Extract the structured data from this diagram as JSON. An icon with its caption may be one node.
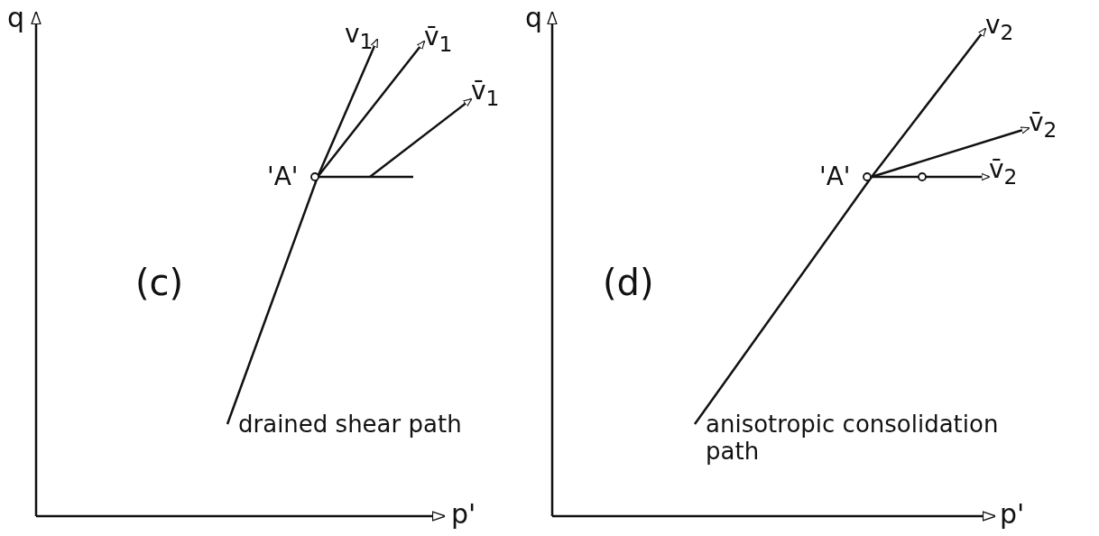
{
  "diagram": {
    "nodes": [
      {
        "text": [
          "'A'"
        ]
      },
      {
        "text": [
          "v$_{1}$"
        ]
      },
      {
        "text": [
          "v̄$_{1}$"
        ]
      },
      {
        "text": [
          "v̄$_{1}$"
        ]
      },
      {
        "text": [
          "drained shear path"
        ]
      },
      {
        "text": [
          "'A'"
        ]
      },
      {
        "text": [
          "v$_{2}$"
        ]
      },
      {
        "text": [
          "v̄$_{2}$"
        ]
      },
      {
        "text": [
          "v̄$_{2}$"
        ]
      },
      {
        "text": [
          "anisotropic consolidation path"
        ]
      }
    ],
    "edges": [
      {
        "from": 0,
        "to": 1,
        "arrow": "to"
      },
      {
        "from": 0,
        "to": 2,
        "arrow": "to"
      },
      {
        "from": null,
        "to": 3,
        "arrow": "to"
      },
      {
        "from": 4,
        "to": 0,
        "arrow": "none"
      },
      {
        "from": 5,
        "to": 6,
        "arrow": "to"
      },
      {
        "from": 5,
        "to": 7,
        "arrow": "to"
      },
      {
        "from": 5,
        "to": 8,
        "arrow": "to"
      },
      {
        "from": 9,
        "to": 5,
        "arrow": "none"
      }
    ],
    "labels": [
      "q",
      "p'",
      "(c)",
      "q",
      "p'",
      "(d)"
    ]
  }
}
